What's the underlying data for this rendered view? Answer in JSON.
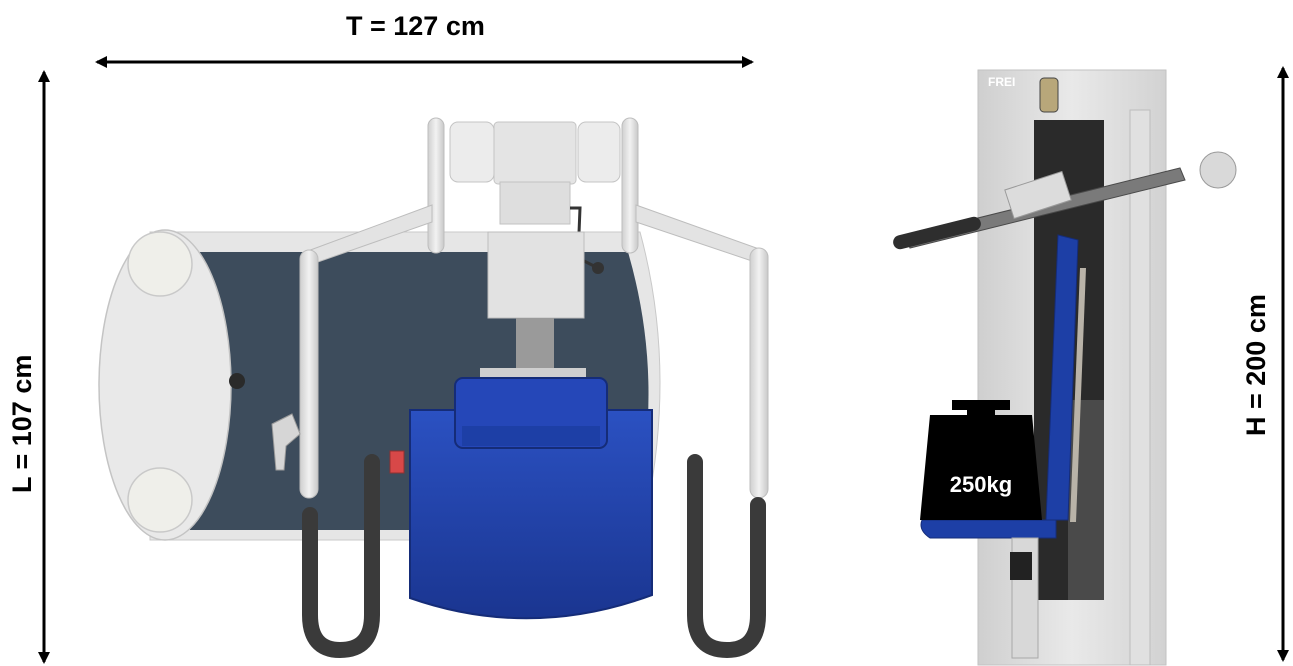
{
  "dimensions": {
    "width_label": "T = 127 cm",
    "length_label": "L = 107 cm",
    "height_label": "H = 200 cm"
  },
  "weight": {
    "label": "250kg",
    "icon": "weight-icon"
  },
  "brand": {
    "label": "FREI"
  },
  "colors": {
    "seat_blue": "#1d3fa6",
    "floor_plate": "#3d4c5c",
    "frame_grey": "#e3e3e3",
    "arrow": "#000000"
  }
}
